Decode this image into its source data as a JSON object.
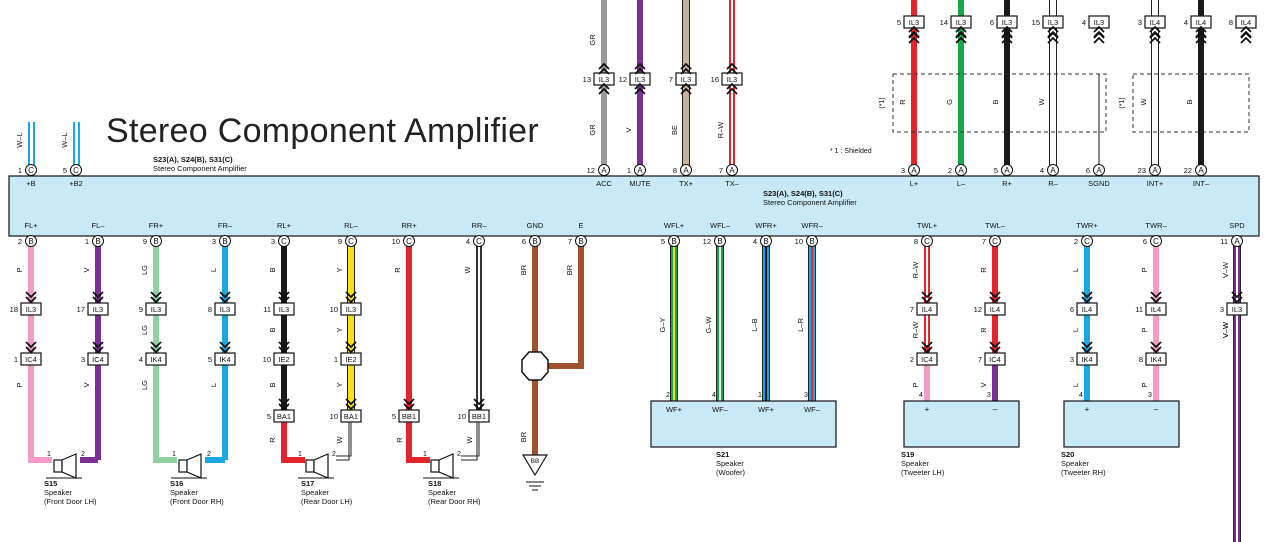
{
  "title": "Stereo Component Amplifier",
  "shield_note": "* 1 : Shielded",
  "shield_tag": "(*1)",
  "amp_header_left": {
    "id": "S23(A), S24(B), S31(C)",
    "name": "Stereo Component Amplifier"
  },
  "amp_header_right": {
    "id": "S23(A), S24(B), S31(C)",
    "name": "Stereo Component Amplifier"
  },
  "colors": {
    "amp_fill": "#c8e9f7",
    "pink": "#f39bc7",
    "purple": "#7b2f94",
    "green": "#8fd1a2",
    "blue": "#1aa7e2",
    "black": "#1a1a1a",
    "yellow": "#f7e018",
    "red": "#e3252b",
    "brown": "#a0522d",
    "gray": "#9a9a9a",
    "beige": "#c9b29a",
    "dkgreen": "#14a84a"
  },
  "top_pins": [
    {
      "num": "1",
      "conn": "C",
      "label": "+B",
      "wire": "W–L"
    },
    {
      "num": "5",
      "conn": "C",
      "label": "+B2",
      "wire": "W–L"
    },
    {
      "num": "12",
      "conn": "A",
      "label": "ACC",
      "wire": "GR",
      "ilnum": "13",
      "il": "IL3",
      "upwire": "GR"
    },
    {
      "num": "1",
      "conn": "A",
      "label": "MUTE",
      "wire": "V",
      "ilnum": "12",
      "il": "IL3"
    },
    {
      "num": "8",
      "conn": "A",
      "label": "TX+",
      "wire": "BE",
      "ilnum": "7",
      "il": "IL3"
    },
    {
      "num": "7",
      "conn": "A",
      "label": "TX–",
      "wire": "R–W",
      "ilnum": "16",
      "il": "IL3"
    },
    {
      "num": "3",
      "conn": "A",
      "label": "L+",
      "wire": "R",
      "ilnum": "5",
      "il": "IL3"
    },
    {
      "num": "2",
      "conn": "A",
      "label": "L–",
      "wire": "G",
      "ilnum": "14",
      "il": "IL3"
    },
    {
      "num": "5",
      "conn": "A",
      "label": "R+",
      "wire": "B",
      "ilnum": "6",
      "il": "IL3"
    },
    {
      "num": "4",
      "conn": "A",
      "label": "R–",
      "wire": "W",
      "ilnum": "15",
      "il": "IL3"
    },
    {
      "num": "6",
      "conn": "A",
      "label": "SGND",
      "ilnum": "4",
      "il": "IL3"
    },
    {
      "num": "23",
      "conn": "A",
      "label": "INT+",
      "wire": "W",
      "ilnum": "3",
      "il": "IL4"
    },
    {
      "num": "22",
      "conn": "A",
      "label": "INT–",
      "wire": "B",
      "ilnum": "4",
      "il": "IL4"
    },
    {
      "ilnum": "8",
      "il": "IL4"
    }
  ],
  "bottom_pins": [
    {
      "label": "FL+",
      "num": "2",
      "conn": "B",
      "w1": "P",
      "c1": "18",
      "il": "IL3",
      "c2": "1",
      "ik": "IC4",
      "w3": "P",
      "spk_pin": "1"
    },
    {
      "label": "FL–",
      "num": "1",
      "conn": "B",
      "w1": "V",
      "c1": "17",
      "il": "IL3",
      "c2": "3",
      "ik": "IC4",
      "w3": "V",
      "spk_pin": "2"
    },
    {
      "label": "FR+",
      "num": "9",
      "conn": "B",
      "w1": "LG",
      "w2": "LG",
      "c1": "9",
      "il": "IL3",
      "c2": "4",
      "ik": "IK4",
      "w3": "LG",
      "spk_pin": "1"
    },
    {
      "label": "FR–",
      "num": "3",
      "conn": "B",
      "w1": "L",
      "c1": "8",
      "il": "IL3",
      "c2": "5",
      "ik": "IK4",
      "w3": "L",
      "spk_pin": "2"
    },
    {
      "label": "RL+",
      "num": "3",
      "conn": "C",
      "w1": "B",
      "c1": "11",
      "il": "IL3",
      "w2": "B",
      "c2": "10",
      "ik": "IE2",
      "w3": "B",
      "c3": "5",
      "ba": "BA1",
      "w4": "R",
      "spk_pin": "1"
    },
    {
      "label": "RL–",
      "num": "9",
      "conn": "C",
      "w1": "Y",
      "c1": "10",
      "il": "IL3",
      "w2": "Y",
      "c2": "1",
      "ik": "IE2",
      "w3": "Y",
      "c3": "10",
      "ba": "BA1",
      "w4": "W",
      "spk_pin": "2"
    },
    {
      "label": "RR+",
      "num": "10",
      "conn": "C",
      "w1": "R",
      "c3": "5",
      "ba": "BB1",
      "spk_pin": "1"
    },
    {
      "label": "RR–",
      "num": "4",
      "conn": "C",
      "w1": "W",
      "c3": "10",
      "ba": "BB1",
      "spk_pin": "2"
    },
    {
      "label": "GND",
      "num": "6",
      "conn": "B",
      "w1": "BR",
      "w2": "BR",
      "ground": "BB"
    },
    {
      "label": "E",
      "num": "7",
      "conn": "B",
      "w1": "BR"
    },
    {
      "label": "WFL+",
      "num": "5",
      "conn": "B",
      "w1": "G–Y",
      "spk_pin": "2"
    },
    {
      "label": "WFL–",
      "num": "12",
      "conn": "B",
      "w1": "G–W",
      "spk_pin": "4"
    },
    {
      "label": "WFR+",
      "num": "4",
      "conn": "B",
      "w1": "L–B",
      "spk_pin": "1"
    },
    {
      "label": "WFR–",
      "num": "10",
      "conn": "B",
      "w1": "L–R",
      "spk_pin": "3"
    },
    {
      "label": "TWL+",
      "num": "8",
      "conn": "C",
      "w1": "R–W",
      "c1": "7",
      "il": "IL4",
      "w2": "R–W",
      "c2": "2",
      "ik": "IC4",
      "w3": "P",
      "spk_pin": "4"
    },
    {
      "label": "TWL–",
      "num": "7",
      "conn": "C",
      "w1": "R",
      "c1": "12",
      "il": "IL4",
      "w2": "R",
      "c2": "7",
      "ik": "IC4",
      "w3": "V",
      "spk_pin": "3"
    },
    {
      "label": "TWR+",
      "num": "2",
      "conn": "C",
      "w1": "L",
      "c1": "6",
      "il": "IL4",
      "w2": "L",
      "c2": "3",
      "ik": "IK4",
      "w3": "L",
      "spk_pin": "4"
    },
    {
      "label": "TWR–",
      "num": "6",
      "conn": "C",
      "w1": "P",
      "c1": "11",
      "il": "IL4",
      "w2": "P",
      "c2": "8",
      "ik": "IK4",
      "w3": "P",
      "spk_pin": "3"
    },
    {
      "label": "SPD",
      "num": "11",
      "conn": "A",
      "w1": "V–W",
      "c1": "3",
      "il": "IL3",
      "w2": "V–W"
    }
  ],
  "woofer_terms": [
    "WF+",
    "WF–",
    "WF+",
    "WF–"
  ],
  "tweeter_terms": [
    "+",
    "–"
  ],
  "speakers": [
    {
      "id": "S15",
      "type": "Speaker",
      "sub": "(Front Door LH)"
    },
    {
      "id": "S16",
      "type": "Speaker",
      "sub": "(Front Door RH)"
    },
    {
      "id": "S17",
      "type": "Speaker",
      "sub": "(Rear Door LH)"
    },
    {
      "id": "S18",
      "type": "Speaker",
      "sub": "(Rear Door RH)"
    },
    {
      "id": "S21",
      "type": "Speaker",
      "sub": "(Woofer)"
    },
    {
      "id": "S19",
      "type": "Speaker",
      "sub": "(Tweeter LH)"
    },
    {
      "id": "S20",
      "type": "Speaker",
      "sub": "(Tweeter RH)"
    }
  ]
}
